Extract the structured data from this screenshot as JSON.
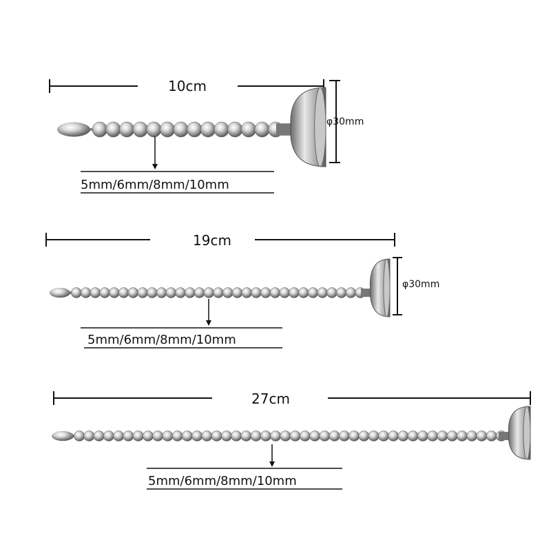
{
  "products": [
    {
      "length_label": "10cm",
      "diameter_label": "φ30mm",
      "sizes_label": "5mm/6mm/8mm/10mm",
      "beads": 14
    },
    {
      "length_label": "19cm",
      "diameter_label": "φ30mm",
      "sizes_label": "5mm/6mm/8mm/10mm",
      "beads": 31
    },
    {
      "length_label": "27cm",
      "diameter_label": "",
      "sizes_label": "5mm/6mm/8mm/10mm",
      "beads": 44
    }
  ]
}
